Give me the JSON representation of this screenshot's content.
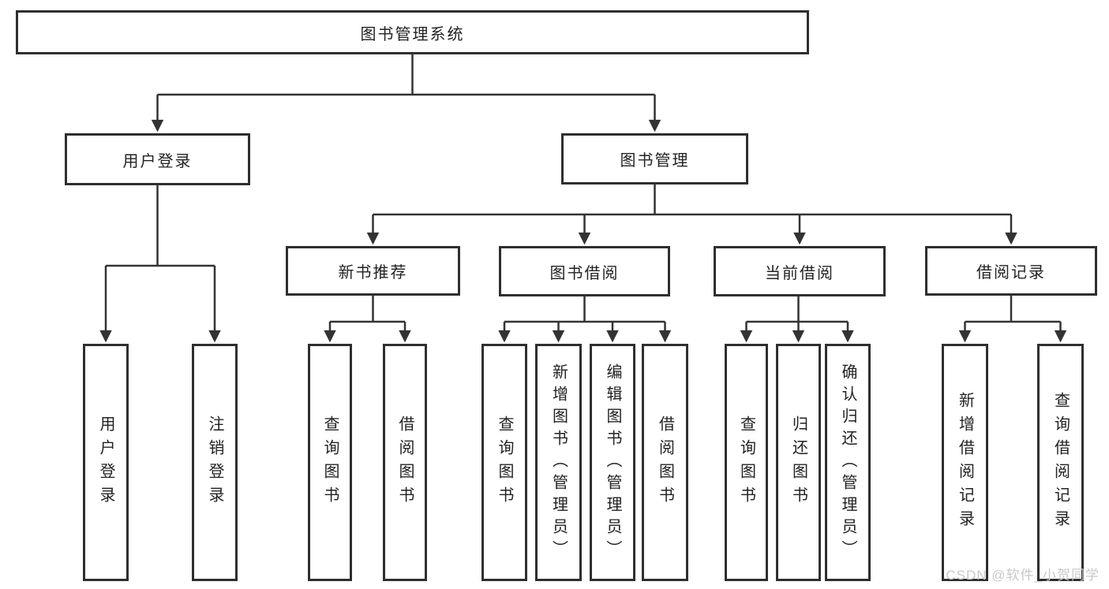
{
  "diagram_type": "hierarchy-tree",
  "colors": {
    "background": "#ffffff",
    "line": "#333333",
    "box_border": "#2f2f2f",
    "text": "#222222",
    "watermark": "#c9c9c9"
  },
  "nodes": {
    "root": {
      "label": "图书管理系统"
    },
    "level2": [
      {
        "label": "用户登录"
      },
      {
        "label": "图书管理"
      }
    ],
    "level3": [
      {
        "label": "新书推荐",
        "parent": "图书管理"
      },
      {
        "label": "图书借阅",
        "parent": "图书管理"
      },
      {
        "label": "当前借阅",
        "parent": "图书管理"
      },
      {
        "label": "借阅记录",
        "parent": "图书管理"
      }
    ],
    "leaves": [
      {
        "label": "用户登录",
        "parent": "用户登录"
      },
      {
        "label": "注销登录",
        "parent": "用户登录"
      },
      {
        "label": "查询图书",
        "parent": "新书推荐"
      },
      {
        "label": "借阅图书",
        "parent": "新书推荐"
      },
      {
        "label": "查询图书",
        "parent": "图书借阅"
      },
      {
        "label": "新增图书（管理员）",
        "parent": "图书借阅"
      },
      {
        "label": "编辑图书（管理员）",
        "parent": "图书借阅"
      },
      {
        "label": "借阅图书",
        "parent": "图书借阅"
      },
      {
        "label": "查询图书",
        "parent": "当前借阅"
      },
      {
        "label": "归还图书",
        "parent": "当前借阅"
      },
      {
        "label": "确认归还（管理员）",
        "parent": "当前借阅"
      },
      {
        "label": "新增借阅记录",
        "parent": "借阅记录"
      },
      {
        "label": "查询借阅记录",
        "parent": "借阅记录"
      }
    ]
  },
  "watermark": "CSDN @软件_小贺同学"
}
